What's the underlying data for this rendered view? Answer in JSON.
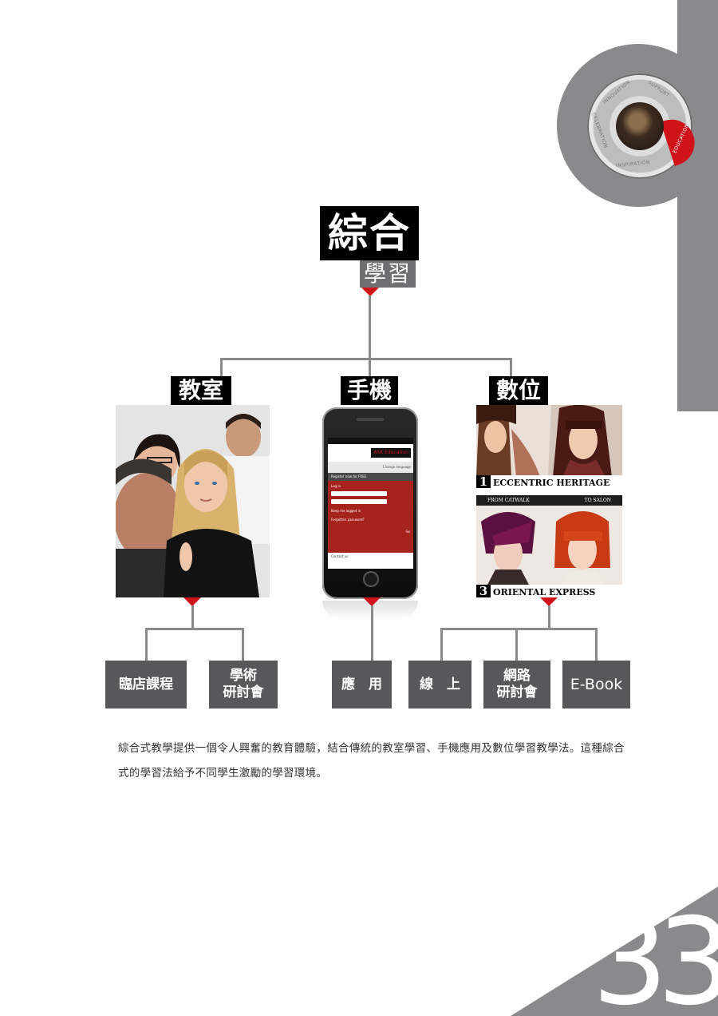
{
  "badge": {
    "segments": [
      "INNOVATION",
      "SUPPORT",
      "EDUCATION",
      "INSPIRATION",
      "CELEBRATION"
    ],
    "highlight": "EDUCATION",
    "colors": {
      "band": "#8a8a8c",
      "highlight": "#d0121b"
    }
  },
  "title": {
    "main": "綜合",
    "sub": "學習"
  },
  "categories": [
    {
      "label": "教室",
      "image": "classroom-photo"
    },
    {
      "label": "手機",
      "image": "phone-app"
    },
    {
      "label": "數位",
      "image": "hair-posters"
    }
  ],
  "phone_screen": {
    "brand": "ASK Education",
    "lang_link": "Change language",
    "register": "Register now for FREE",
    "login": "Log in",
    "keep_logged": "Keep me logged in",
    "forgot": "Forgotten password?",
    "go": "Go",
    "contact": "Contact us"
  },
  "posters": [
    {
      "num": "1",
      "caption": "ECCENTRIC HERITAGE"
    },
    {
      "num": "3",
      "caption": "ORIENTAL EXPRESS",
      "header_left": "FROM CATWALK",
      "header_right": "TO SALON"
    }
  ],
  "boxes": [
    {
      "label": "臨店課程"
    },
    {
      "label": "學術\n研討會"
    },
    {
      "label": "應　用"
    },
    {
      "label": "線　上"
    },
    {
      "label": "網路\n研討會"
    },
    {
      "label": "E-Book"
    }
  ],
  "description": "綜合式教學提供一個令人興奮的教育體驗，結合傳統的教室學習、手機應用及數位學習教學法。這種綜合式的學習法給予不同學生激勵的學習環境。",
  "page_number": "33",
  "colors": {
    "accent": "#d0121b",
    "box": "#58585a",
    "line": "#8a8a8c"
  }
}
